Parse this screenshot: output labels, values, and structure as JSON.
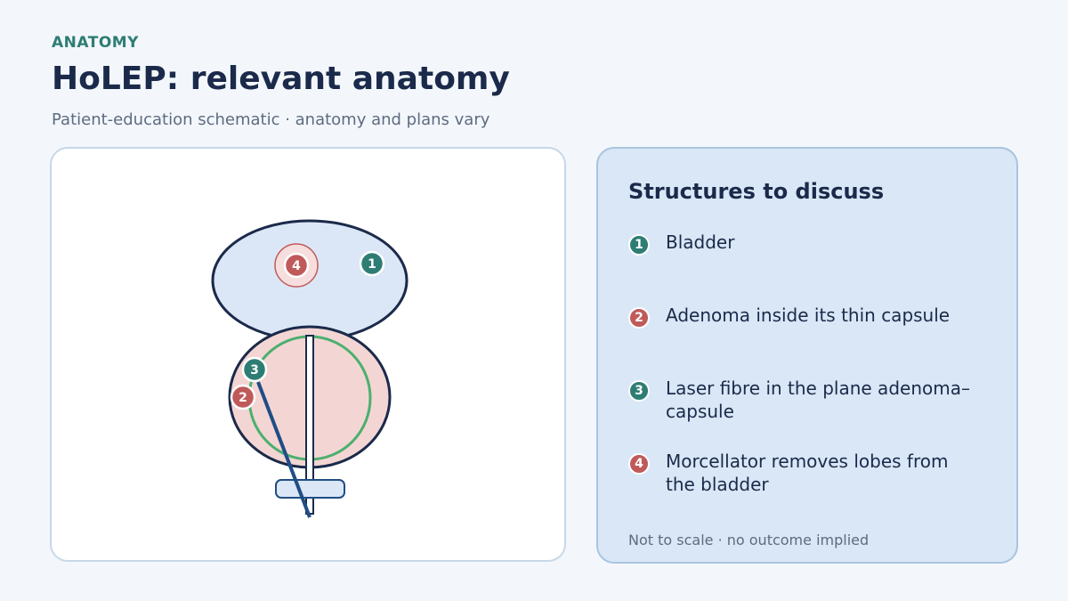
{
  "header": {
    "eyebrow": "ANATOMY",
    "title": "HoLEP: relevant anatomy",
    "subtitle": "Patient-education schematic · anatomy and plans vary"
  },
  "diagram": {
    "markers": [
      {
        "num": "1",
        "color": "teal"
      },
      {
        "num": "2",
        "color": "red"
      },
      {
        "num": "3",
        "color": "teal"
      },
      {
        "num": "4",
        "color": "red"
      }
    ]
  },
  "legend": {
    "title": "Structures to discuss",
    "items": [
      {
        "num": "1",
        "color": "teal",
        "label": "Bladder"
      },
      {
        "num": "2",
        "color": "red",
        "label": "Adenoma inside its thin capsule"
      },
      {
        "num": "3",
        "color": "teal",
        "label": "Laser fibre in the plane adenoma–capsule"
      },
      {
        "num": "4",
        "color": "red",
        "label": "Morcellator removes lobes from the bladder"
      }
    ],
    "footnote": "Not to scale · no outcome implied"
  },
  "colors": {
    "teal": "#2e7d74",
    "red": "#c05a5a",
    "navy": "#1b2a4a",
    "bladder_fill": "#dbe7f6",
    "prostate_fill": "#f3d6d4",
    "capsule_green": "#4caf6e"
  }
}
